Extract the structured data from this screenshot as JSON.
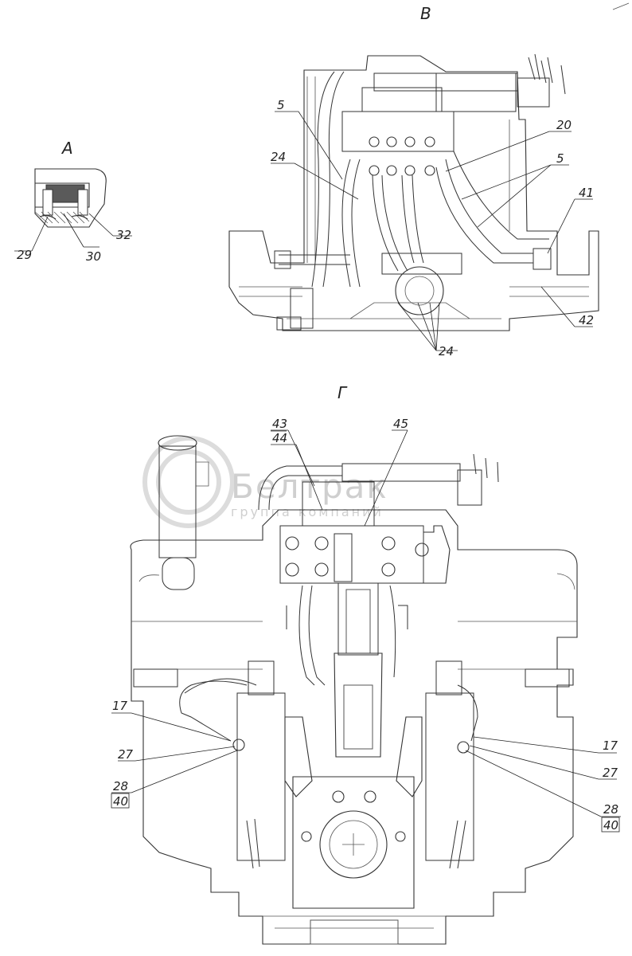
{
  "views": {
    "a": "A",
    "v": "В",
    "g": "Г"
  },
  "watermark": {
    "main": "Белтрак",
    "sub": "группа компаний"
  },
  "labels": {
    "a_29": "29",
    "a_30": "30",
    "a_32": "32",
    "v_5_left": "5",
    "v_24_left": "24",
    "v_20": "20",
    "v_5_right": "5",
    "v_41": "41",
    "v_42": "42",
    "v_24_bottom": "24",
    "g_43": "43",
    "g_44": "44",
    "g_45": "45",
    "g_17_left": "17",
    "g_27_left": "27",
    "g_28_left": "28",
    "g_40_left": "40",
    "g_17_right": "17",
    "g_27_right": "27",
    "g_28_right": "28",
    "g_40_right": "40"
  }
}
